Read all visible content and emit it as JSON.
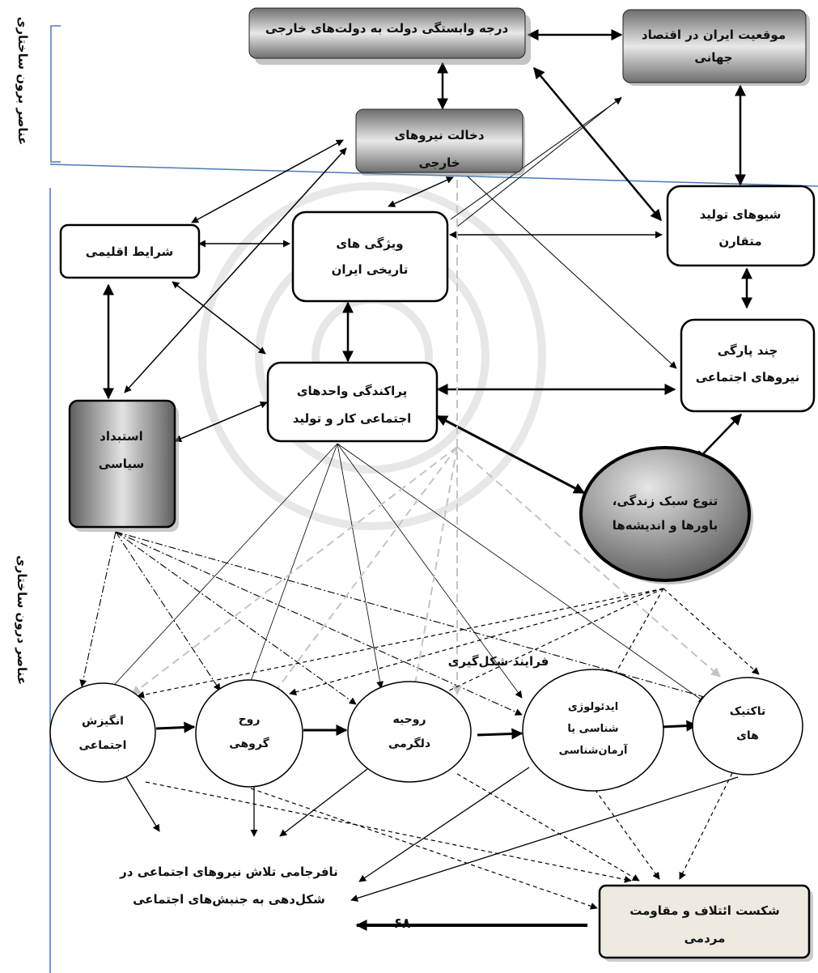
{
  "side_labels": {
    "outer": "عناصر برون ساختاری",
    "inner": "عناصر درون ساختاری"
  },
  "nodes": {
    "dependency": "درجه وابستگی دولت به دولت‌های خارجی",
    "world_position": [
      "موقعیت ایران در اقتصاد",
      "جهانی"
    ],
    "foreign_intervention": [
      "دخالت نیروهای",
      "خارجی"
    ],
    "climate": "شرایط اقلیمی",
    "historical": [
      "ویژگی های",
      "تاریخی ایران"
    ],
    "production_modes": [
      "شیوهای تولید",
      "متقارن"
    ],
    "fragmentation": [
      "چند پارگی",
      "نیروهای اجتماعی"
    ],
    "dispersion": [
      "پراکندگی واحدهای",
      "اجتماعی کار و تولید"
    ],
    "despotism": [
      "استبداد",
      "سیاسی"
    ],
    "lifestyle": [
      "تنوع سبک زندگی،",
      "باورها و اندیشه‌ها"
    ],
    "motivation": [
      "انگیزش",
      "اجتماعی"
    ],
    "group_spirit": [
      "روح",
      "گروهی"
    ],
    "morale": [
      "روحیه",
      "دلگرمی"
    ],
    "ideology": [
      "ایدئولوژی",
      "شناسی یا",
      "آرمان‌شناسی"
    ],
    "tactics": [
      "تاکتیک",
      "های"
    ],
    "failure": [
      "نافرجامی تلاش  نیروهای اجتماعی در",
      "شکل‌دهی به جنبش‌های اجتماعی"
    ],
    "coalition_defeat": [
      "شکست ائتلاف و مقاومت",
      "مردمی"
    ]
  },
  "process_label": "فرایند شکل‌گیری",
  "page_number": "۶۸"
}
